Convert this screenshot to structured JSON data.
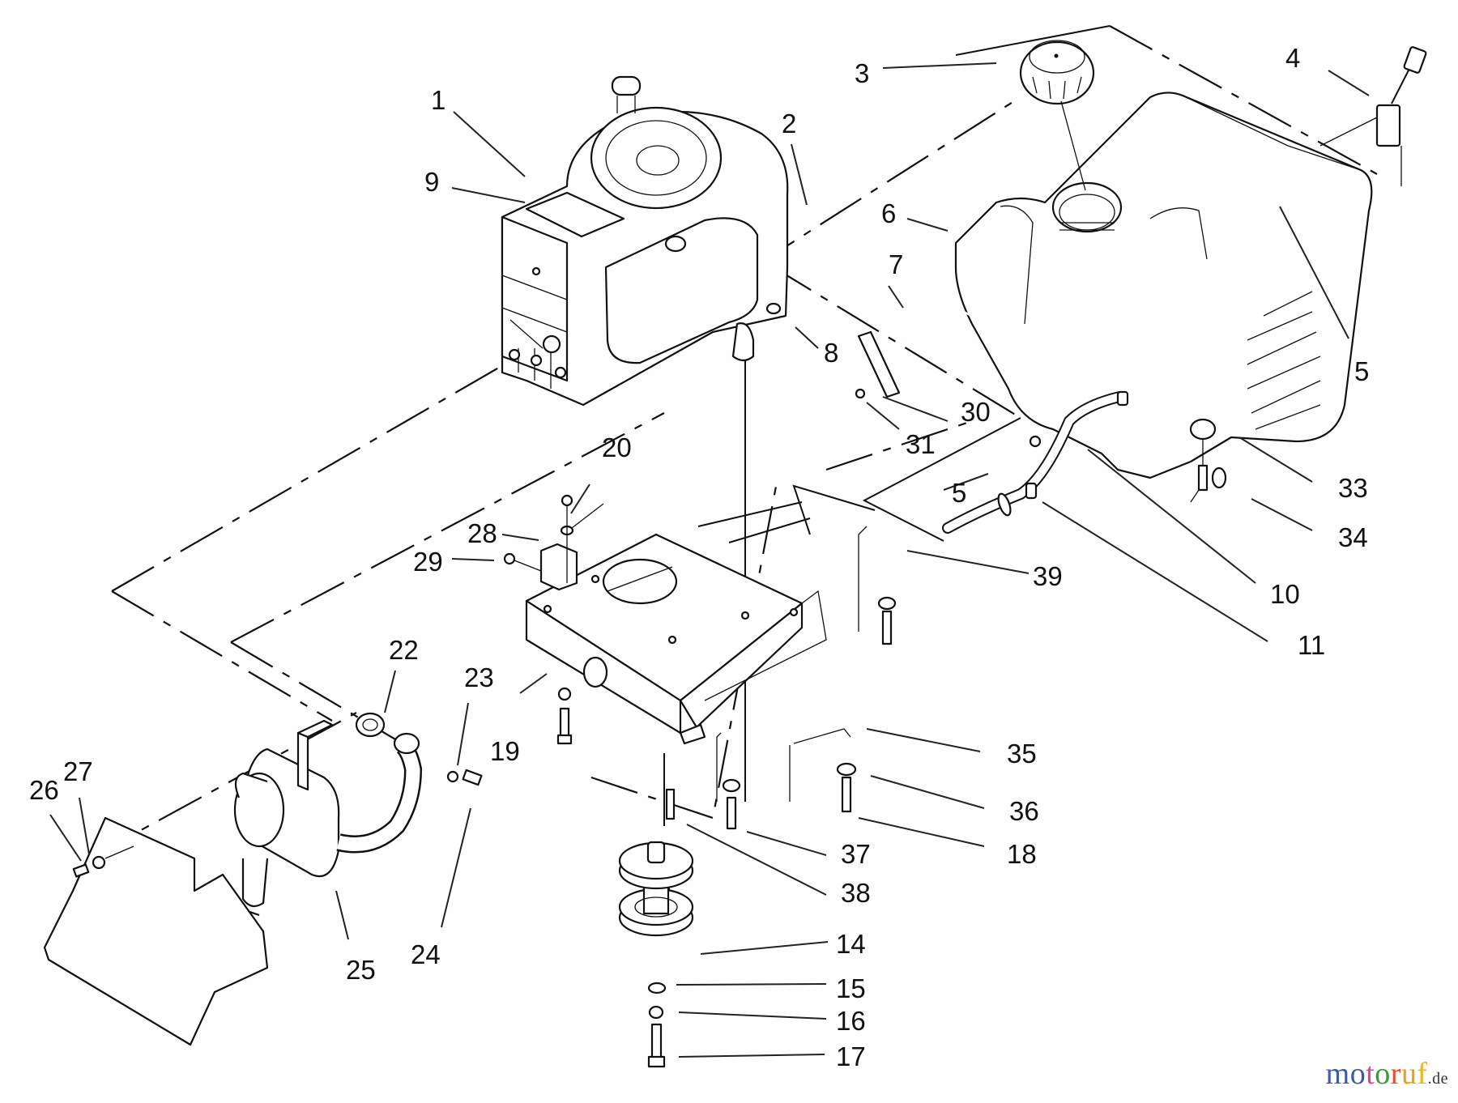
{
  "diagram": {
    "title": "Engine, fuel tank, muffler and pulley assembly — exploded parts diagram",
    "callouts": [
      {
        "id": "c1",
        "label": "1"
      },
      {
        "id": "c2",
        "label": "2"
      },
      {
        "id": "c3",
        "label": "3"
      },
      {
        "id": "c4",
        "label": "4"
      },
      {
        "id": "c5a",
        "label": "5"
      },
      {
        "id": "c5b",
        "label": "5"
      },
      {
        "id": "c6",
        "label": "6"
      },
      {
        "id": "c7",
        "label": "7"
      },
      {
        "id": "c8",
        "label": "8"
      },
      {
        "id": "c9",
        "label": "9"
      },
      {
        "id": "c10",
        "label": "10"
      },
      {
        "id": "c11",
        "label": "11"
      },
      {
        "id": "c14",
        "label": "14"
      },
      {
        "id": "c15",
        "label": "15"
      },
      {
        "id": "c16",
        "label": "16"
      },
      {
        "id": "c17",
        "label": "17"
      },
      {
        "id": "c18",
        "label": "18"
      },
      {
        "id": "c19",
        "label": "19"
      },
      {
        "id": "c20",
        "label": "20"
      },
      {
        "id": "c22",
        "label": "22"
      },
      {
        "id": "c23",
        "label": "23"
      },
      {
        "id": "c24",
        "label": "24"
      },
      {
        "id": "c25",
        "label": "25"
      },
      {
        "id": "c26",
        "label": "26"
      },
      {
        "id": "c27",
        "label": "27"
      },
      {
        "id": "c28",
        "label": "28"
      },
      {
        "id": "c29",
        "label": "29"
      },
      {
        "id": "c30",
        "label": "30"
      },
      {
        "id": "c31",
        "label": "31"
      },
      {
        "id": "c33",
        "label": "33"
      },
      {
        "id": "c34",
        "label": "34"
      },
      {
        "id": "c35",
        "label": "35"
      },
      {
        "id": "c36",
        "label": "36"
      },
      {
        "id": "c37",
        "label": "37"
      },
      {
        "id": "c38",
        "label": "38"
      },
      {
        "id": "c39",
        "label": "39"
      }
    ],
    "parts": [
      "engine",
      "fuel-tank",
      "fuel-cap",
      "throttle-control",
      "muffler",
      "heat-shield",
      "engine-mount-plate",
      "pulley",
      "fuel-line",
      "fuel-shutoff-valve",
      "throttle-rod"
    ]
  },
  "watermark": {
    "letters": [
      {
        "ch": "m",
        "color": "#3c5aa8"
      },
      {
        "ch": "o",
        "color": "#3c5aa8"
      },
      {
        "ch": "t",
        "color": "#d8489a"
      },
      {
        "ch": "o",
        "color": "#3a9a3a"
      },
      {
        "ch": "r",
        "color": "#e0502a"
      },
      {
        "ch": "u",
        "color": "#e8a020"
      },
      {
        "ch": "f",
        "color": "#e8b820"
      }
    ],
    "tld": ".de"
  }
}
